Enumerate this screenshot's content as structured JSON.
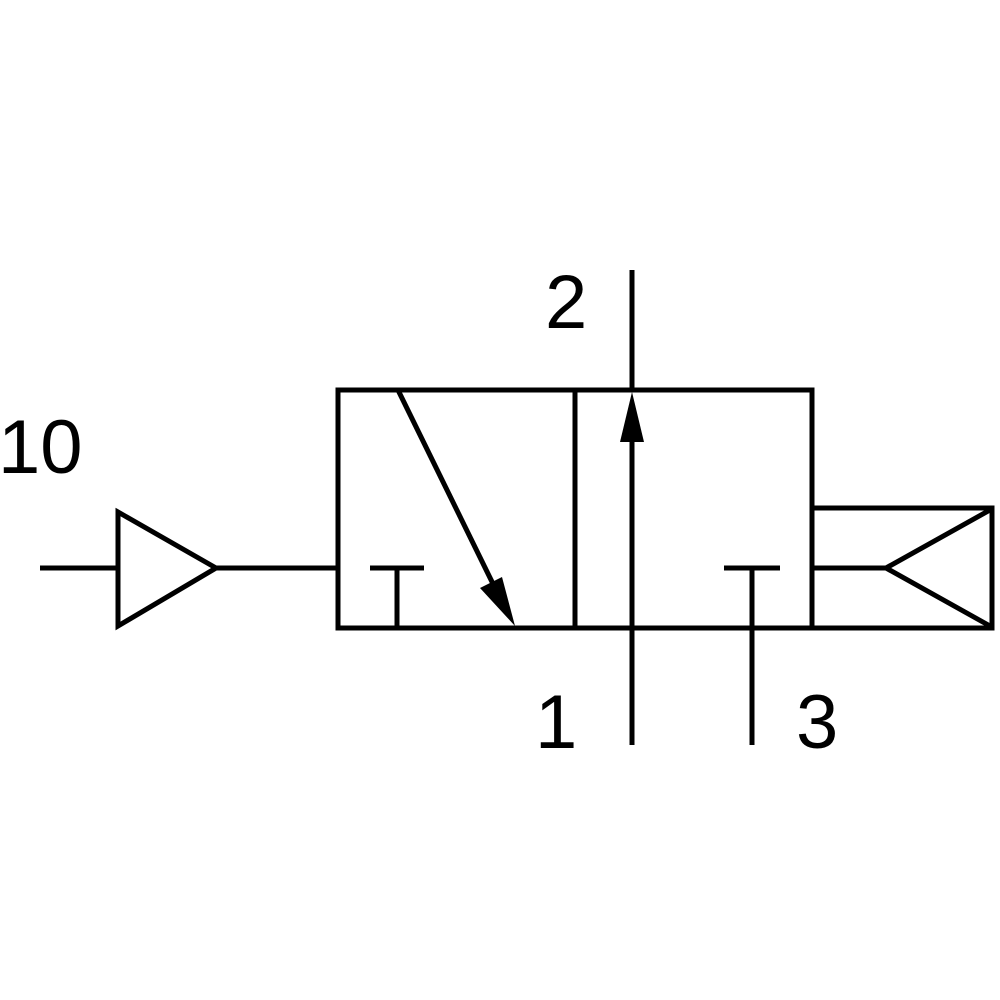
{
  "diagram": {
    "ports": {
      "pilot": "10",
      "output": "2",
      "supply": "1",
      "exhaust": "3"
    },
    "line_color": "#000000",
    "background_color": "#ffffff"
  }
}
